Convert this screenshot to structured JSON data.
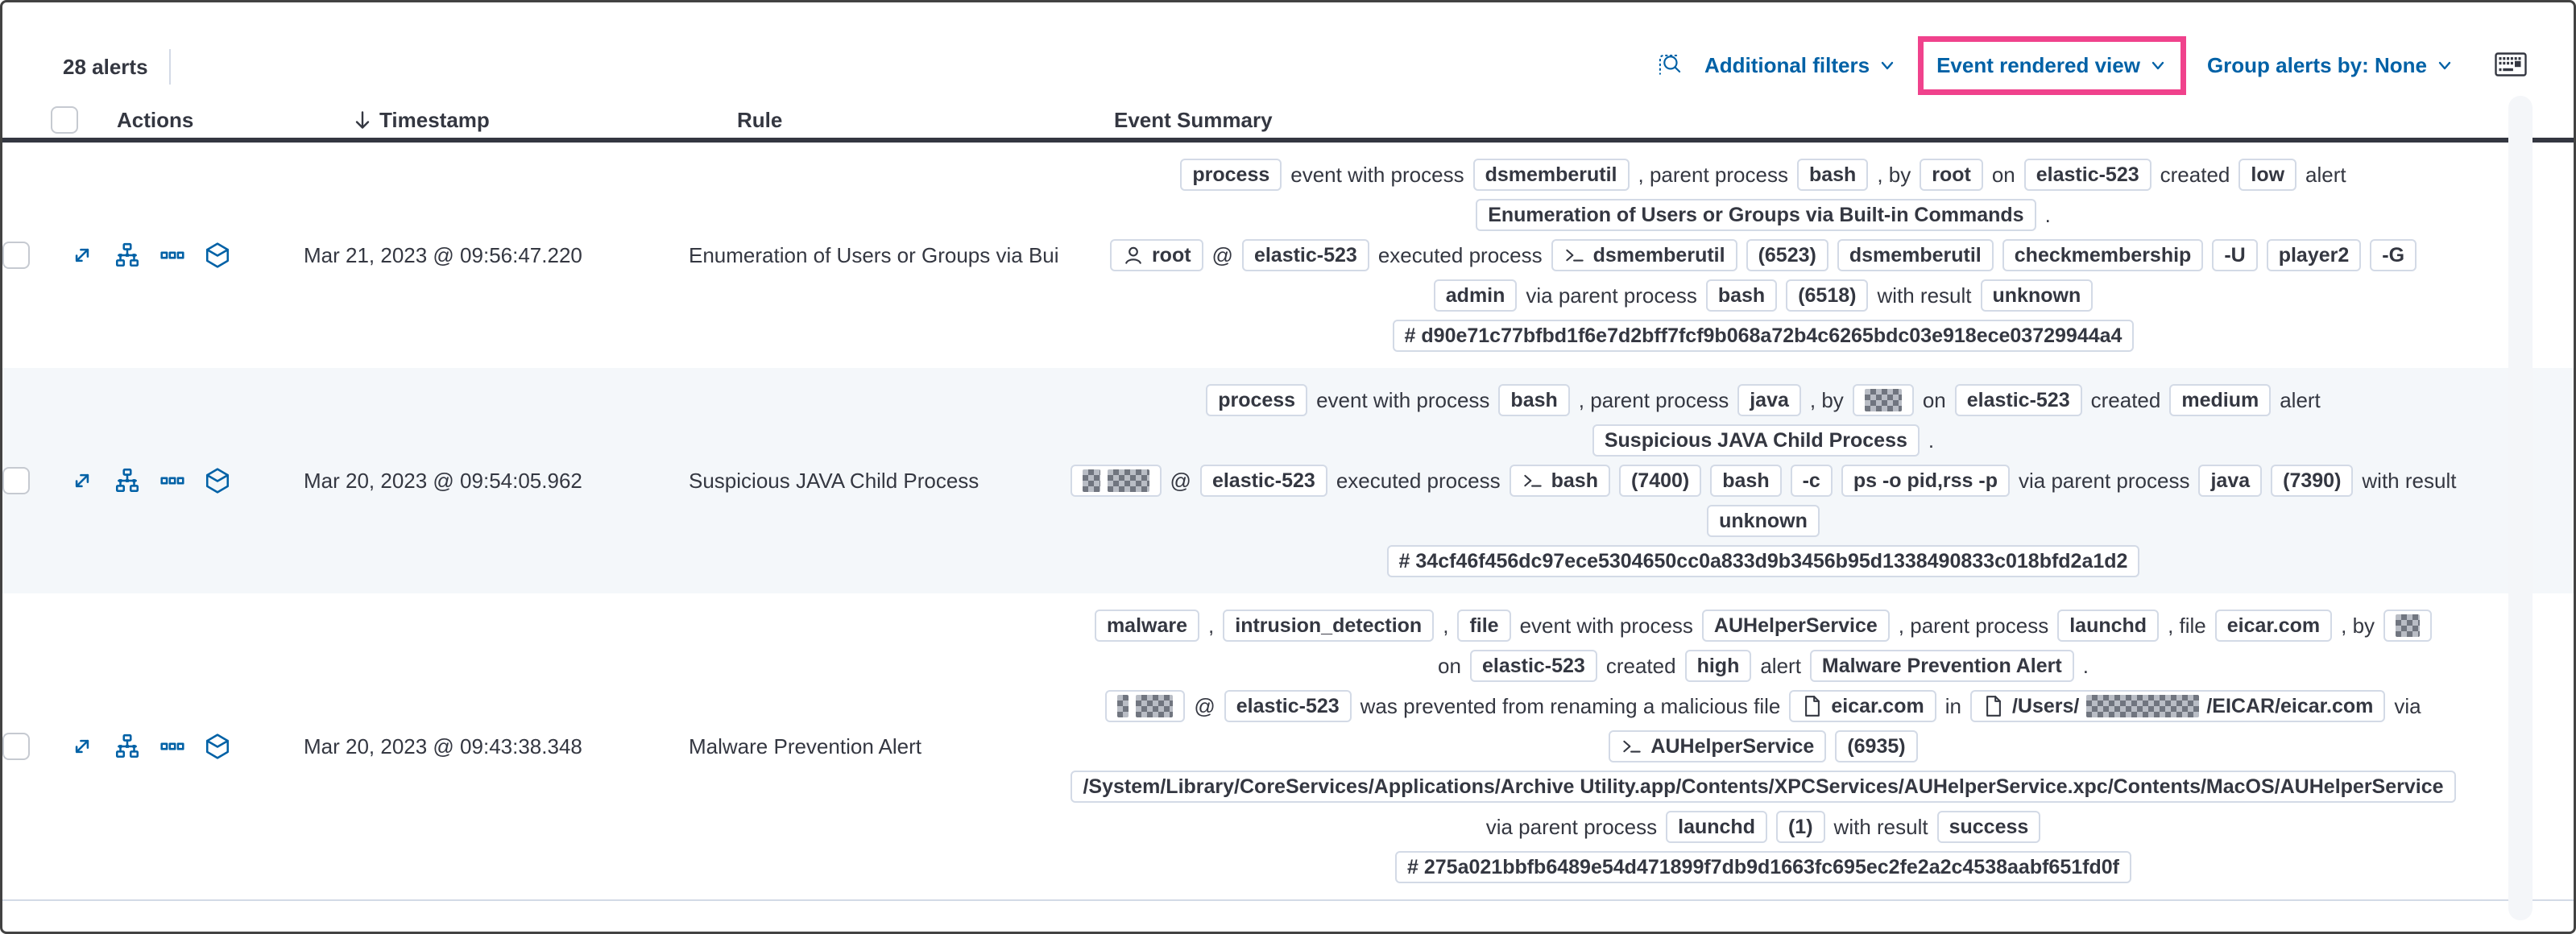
{
  "colors": {
    "accent_blue": "#0061a6",
    "highlight_pink": "#f0428c",
    "text": "#343741",
    "badge_border": "#d3dae6",
    "stripe_bg": "#f4f7fa",
    "header_border": "#343741"
  },
  "toolbar": {
    "alert_count": "28 alerts",
    "inspect_icon": "inspect-magnifier",
    "additional_filters_label": "Additional filters",
    "view_selector_label": "Event rendered view",
    "group_alerts_label": "Group alerts by: None",
    "keyboard_icon": "keyboard",
    "chevron_icon": "chevron-down"
  },
  "table": {
    "sort_icon": "arrow-down",
    "headers": [
      "Actions",
      "Timestamp",
      "Rule",
      "Event Summary"
    ],
    "row_action_icons": [
      "expand-alert",
      "analyze-event",
      "more-actions",
      "session-view"
    ],
    "rows": [
      {
        "striped": false,
        "timestamp": "Mar 21, 2023 @ 09:56:47.220",
        "rule": "Enumeration of Users or Groups via Bui",
        "summary_lines": [
          [
            {
              "k": "b",
              "v": "process"
            },
            {
              "k": "t",
              "v": "event with process"
            },
            {
              "k": "b",
              "v": "dsmemberutil"
            },
            {
              "k": "t",
              "v": ", parent process"
            },
            {
              "k": "b",
              "v": "bash"
            },
            {
              "k": "t",
              "v": ", by"
            },
            {
              "k": "b",
              "v": "root"
            },
            {
              "k": "t",
              "v": "on"
            },
            {
              "k": "b",
              "v": "elastic-523"
            },
            {
              "k": "t",
              "v": "created"
            },
            {
              "k": "b",
              "v": "low"
            },
            {
              "k": "t",
              "v": "alert"
            }
          ],
          [
            {
              "k": "b",
              "v": "Enumeration of Users or Groups via Built-in Commands"
            },
            {
              "k": "t",
              "v": "."
            }
          ],
          [
            {
              "k": "b",
              "v": "root",
              "icon": "user"
            },
            {
              "k": "t",
              "v": "@"
            },
            {
              "k": "b",
              "v": "elastic-523"
            },
            {
              "k": "t",
              "v": "executed process"
            },
            {
              "k": "b",
              "v": "dsmemberutil",
              "icon": "terminal"
            },
            {
              "k": "b",
              "v": "(6523)"
            },
            {
              "k": "b",
              "v": "dsmemberutil"
            },
            {
              "k": "b",
              "v": "checkmembership"
            },
            {
              "k": "b",
              "v": "-U"
            },
            {
              "k": "b",
              "v": "player2"
            },
            {
              "k": "b",
              "v": "-G"
            }
          ],
          [
            {
              "k": "b",
              "v": "admin"
            },
            {
              "k": "t",
              "v": "via parent process"
            },
            {
              "k": "b",
              "v": "bash"
            },
            {
              "k": "b",
              "v": "(6518)"
            },
            {
              "k": "t",
              "v": "with result"
            },
            {
              "k": "b",
              "v": "unknown"
            }
          ],
          [
            {
              "k": "b",
              "v": "# d90e71c77bfbd1f6e7d2bff7fcf9b068a72b4c6265bdc03e918ece03729944a4"
            }
          ]
        ]
      },
      {
        "striped": true,
        "timestamp": "Mar 20, 2023 @ 09:54:05.962",
        "rule": "Suspicious JAVA Child Process",
        "summary_lines": [
          [
            {
              "k": "b",
              "v": "process"
            },
            {
              "k": "t",
              "v": "event with process"
            },
            {
              "k": "b",
              "v": "bash"
            },
            {
              "k": "t",
              "v": ", parent process"
            },
            {
              "k": "b",
              "v": "java"
            },
            {
              "k": "t",
              "v": ", by"
            },
            {
              "k": "b",
              "parts": [
                {
                  "r": 46
                }
              ]
            },
            {
              "k": "t",
              "v": "on"
            },
            {
              "k": "b",
              "v": "elastic-523"
            },
            {
              "k": "t",
              "v": "created"
            },
            {
              "k": "b",
              "v": "medium"
            },
            {
              "k": "t",
              "v": "alert"
            }
          ],
          [
            {
              "k": "b",
              "v": "Suspicious JAVA Child Process"
            },
            {
              "k": "t",
              "v": "."
            }
          ],
          [
            {
              "k": "b",
              "parts": [
                {
                  "r": 22
                },
                {
                  "r": 52
                }
              ]
            },
            {
              "k": "t",
              "v": "@"
            },
            {
              "k": "b",
              "v": "elastic-523"
            },
            {
              "k": "t",
              "v": "executed process"
            },
            {
              "k": "b",
              "v": "bash",
              "icon": "terminal"
            },
            {
              "k": "b",
              "v": "(7400)"
            },
            {
              "k": "b",
              "v": "bash"
            },
            {
              "k": "b",
              "v": "-c"
            },
            {
              "k": "b",
              "v": "ps -o pid,rss -p"
            },
            {
              "k": "t",
              "v": "via parent process"
            },
            {
              "k": "b",
              "v": "java"
            },
            {
              "k": "b",
              "v": "(7390)"
            },
            {
              "k": "t",
              "v": "with result"
            }
          ],
          [
            {
              "k": "b",
              "v": "unknown"
            }
          ],
          [
            {
              "k": "b",
              "v": "# 34cf46f456dc97ece5304650cc0a833d9b3456b95d1338490833c018bfd2a1d2"
            }
          ]
        ]
      },
      {
        "striped": false,
        "timestamp": "Mar 20, 2023 @ 09:43:38.348",
        "rule": "Malware Prevention Alert",
        "summary_lines": [
          [
            {
              "k": "b",
              "v": "malware"
            },
            {
              "k": "t",
              "v": ","
            },
            {
              "k": "b",
              "v": "intrusion_detection"
            },
            {
              "k": "t",
              "v": ","
            },
            {
              "k": "b",
              "v": "file"
            },
            {
              "k": "t",
              "v": "event with process"
            },
            {
              "k": "b",
              "v": "AUHelperService"
            },
            {
              "k": "t",
              "v": ", parent process"
            },
            {
              "k": "b",
              "v": "launchd"
            },
            {
              "k": "t",
              "v": ", file"
            },
            {
              "k": "b",
              "v": "eicar.com"
            },
            {
              "k": "t",
              "v": ", by"
            },
            {
              "k": "b",
              "parts": [
                {
                  "r": 30
                }
              ]
            }
          ],
          [
            {
              "k": "t",
              "v": "on"
            },
            {
              "k": "b",
              "v": "elastic-523"
            },
            {
              "k": "t",
              "v": "created"
            },
            {
              "k": "b",
              "v": "high"
            },
            {
              "k": "t",
              "v": "alert"
            },
            {
              "k": "b",
              "v": "Malware Prevention Alert"
            },
            {
              "k": "t",
              "v": "."
            }
          ],
          [
            {
              "k": "b",
              "parts": [
                {
                  "r": 14
                },
                {
                  "r": 46
                }
              ]
            },
            {
              "k": "t",
              "v": "@"
            },
            {
              "k": "b",
              "v": "elastic-523"
            },
            {
              "k": "t",
              "v": "was prevented from renaming a malicious file"
            },
            {
              "k": "b",
              "v": "eicar.com",
              "icon": "file"
            },
            {
              "k": "t",
              "v": "in"
            },
            {
              "k": "b",
              "icon": "file",
              "parts": [
                {
                  "v": "/Users/"
                },
                {
                  "r": 140
                },
                {
                  "v": "/EICAR/eicar.com"
                }
              ]
            },
            {
              "k": "t",
              "v": "via"
            }
          ],
          [
            {
              "k": "b",
              "v": "AUHelperService",
              "icon": "terminal"
            },
            {
              "k": "b",
              "v": "(6935)"
            }
          ],
          [
            {
              "k": "b",
              "v": "/System/Library/CoreServices/Applications/Archive Utility.app/Contents/XPCServices/AUHelperService.xpc/Contents/MacOS/AUHelperService"
            }
          ],
          [
            {
              "k": "t",
              "v": "via parent process"
            },
            {
              "k": "b",
              "v": "launchd"
            },
            {
              "k": "b",
              "v": "(1)"
            },
            {
              "k": "t",
              "v": "with result"
            },
            {
              "k": "b",
              "v": "success"
            }
          ],
          [
            {
              "k": "b",
              "v": "# 275a021bbfb6489e54d471899f7db9d1663fc695ec2fe2a2c4538aabf651fd0f"
            }
          ]
        ]
      }
    ]
  }
}
